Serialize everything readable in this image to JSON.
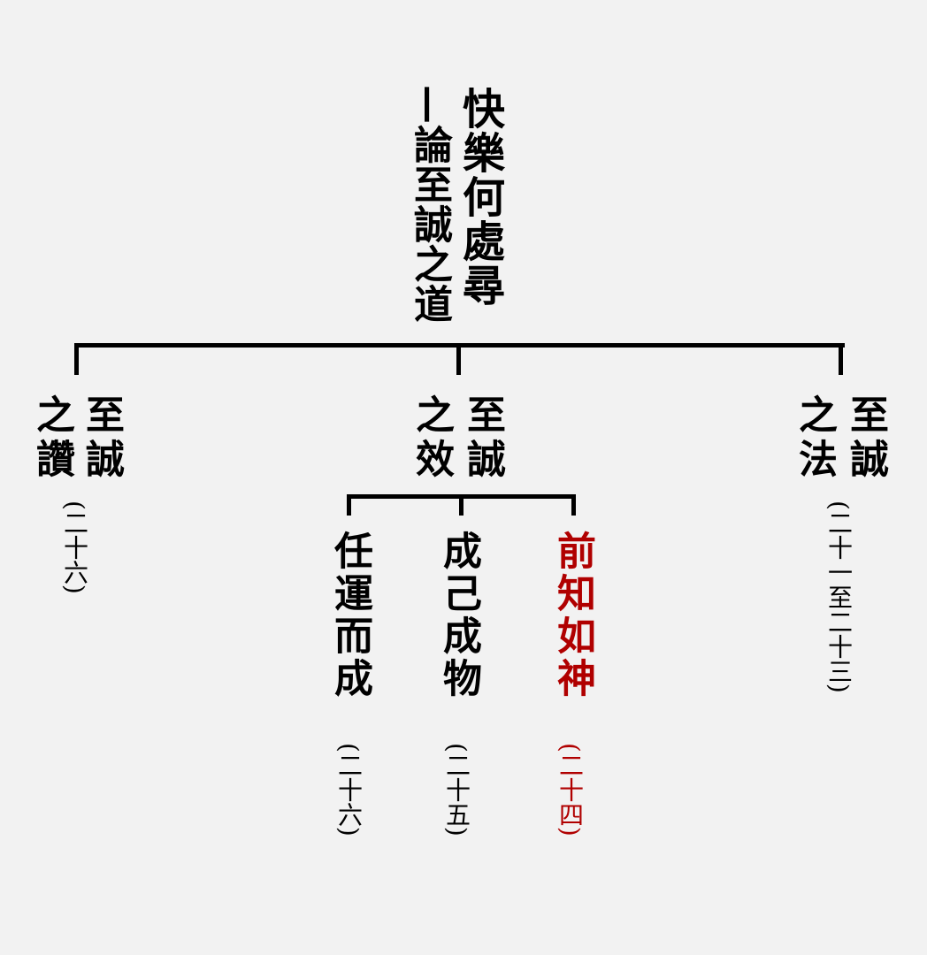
{
  "title": {
    "main": "快樂何處尋",
    "subtitle": "—論至誠之道"
  },
  "branches": {
    "left": {
      "col1": "至誠",
      "col2": "之讚",
      "ref": "(二十六)"
    },
    "middle": {
      "col1": "至誠",
      "col2": "之效"
    },
    "right": {
      "col1": "至誠",
      "col2": "之法",
      "ref": "(二十一至二十三)"
    }
  },
  "sub_nodes": [
    {
      "label": "任運而成",
      "ref": "(二十六)",
      "highlight": false
    },
    {
      "label": "成己成物",
      "ref": "(二十五)",
      "highlight": false
    },
    {
      "label": "前知如神",
      "ref": "(二十四)",
      "highlight": true
    }
  ],
  "colors": {
    "text": "#000000",
    "highlight": "#b00000",
    "background": "#f2f2f2"
  }
}
